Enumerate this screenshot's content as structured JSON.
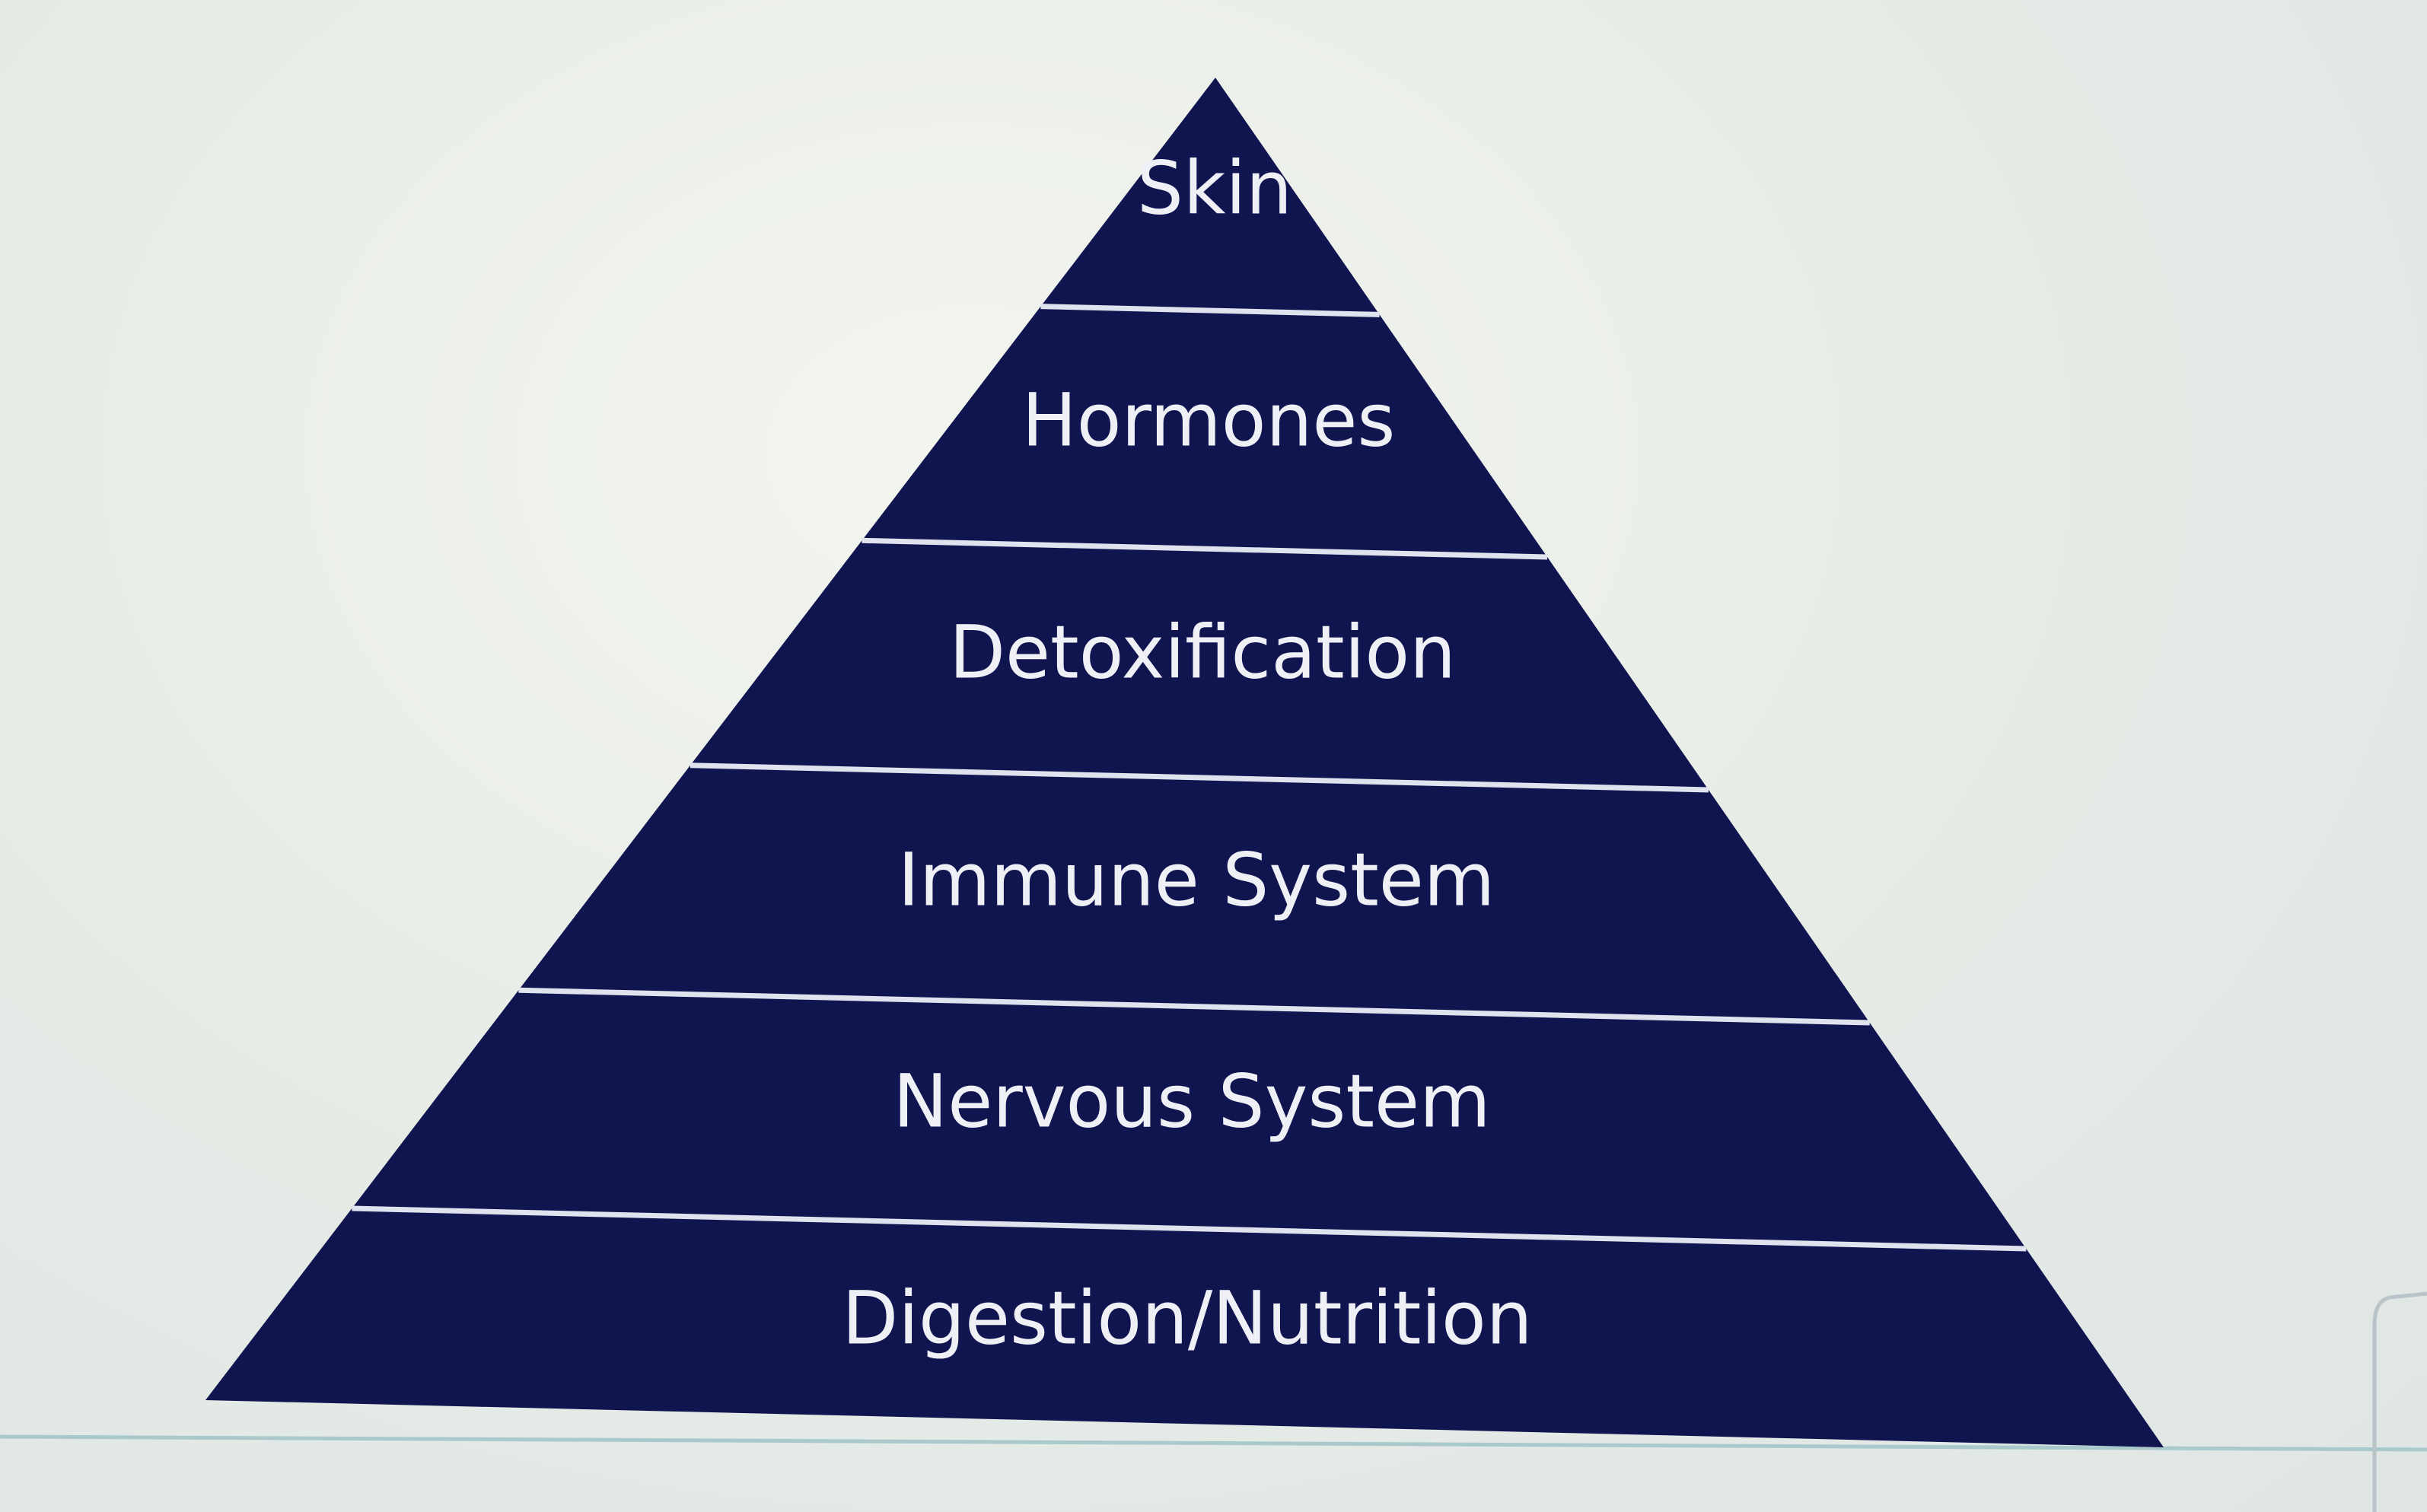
{
  "diagram": {
    "type": "pyramid",
    "layers_top_to_bottom": [
      "Skin",
      "Hormones",
      "Detoxification",
      "Immune System",
      "Nervous System",
      "Digestion/Nutrition"
    ],
    "colors": {
      "fill": "#10144f",
      "divider": "#dfe3ee",
      "text": "#eef0f6"
    }
  }
}
